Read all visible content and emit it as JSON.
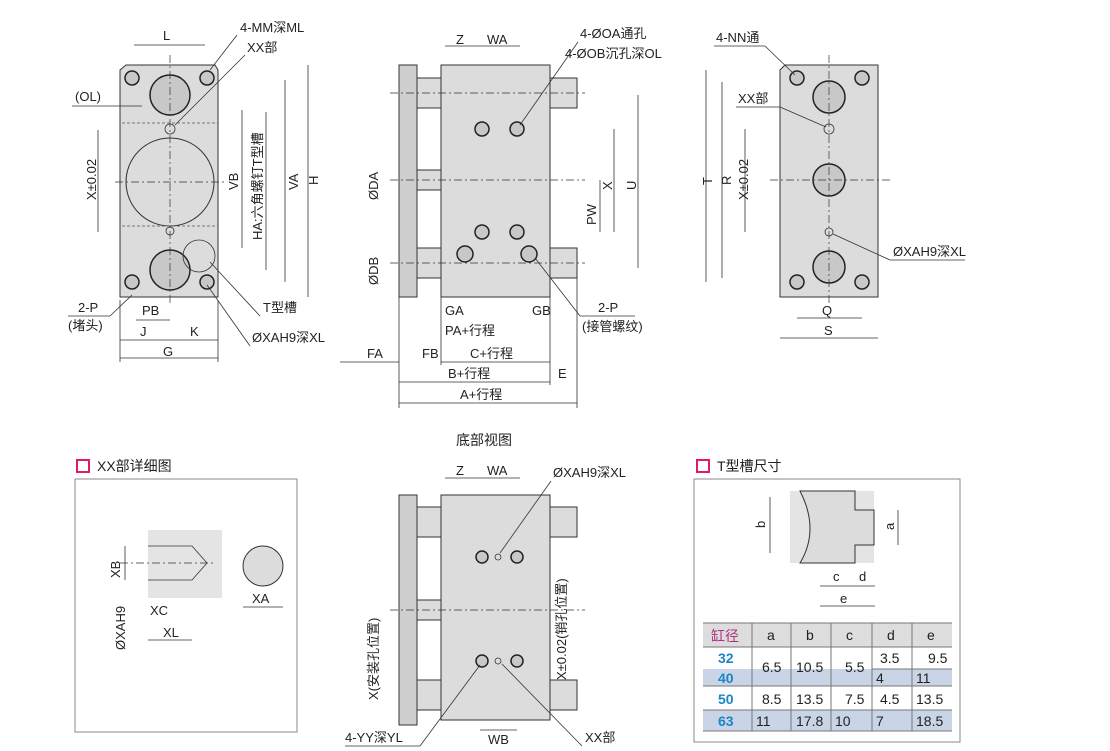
{
  "front": {
    "mm": "4-MM深ML",
    "xx": "XX部",
    "ol": "(OL)",
    "L": "L",
    "x": "X±0.02",
    "vb": "VB",
    "ha": "HA:六角螺钉T型槽",
    "va": "VA",
    "h": "H",
    "p": "2-P",
    "plug": "(堵头)",
    "pb": "PB",
    "j": "J",
    "k": "K",
    "g": "G",
    "tslot": "T型槽",
    "xa": "ØXAH9深XL"
  },
  "side": {
    "z": "Z",
    "wa": "WA",
    "oa": "4-ØOA通孔",
    "ob": "4-ØOB沉孔深OL",
    "da": "ØDA",
    "db": "ØDB",
    "pw": "PW",
    "x": "X",
    "u": "U",
    "ga": "GA",
    "gb": "GB",
    "pa": "PA+行程",
    "p": "2-P",
    "pipe": "(接管螺纹)",
    "fa": "FA",
    "fb": "FB",
    "c": "C+行程",
    "b": "B+行程",
    "e": "E",
    "a": "A+行程"
  },
  "right": {
    "nn": "4-NN通",
    "xx": "XX部",
    "t": "T",
    "r": "R",
    "x": "X±0.02",
    "xa": "ØXAH9深XL",
    "q": "Q",
    "s": "S"
  },
  "detail": {
    "title": "XX部详细图",
    "xb": "XB",
    "xa": "ØXAH9",
    "xc": "XC",
    "xl": "XL",
    "xa2": "XA"
  },
  "bottom": {
    "title": "底部视图",
    "z": "Z",
    "wa": "WA",
    "xa": "ØXAH9深XL",
    "install": "X(安装孔位置)",
    "pin": "X±0.02(销孔位置)",
    "yy": "4-YY深YL",
    "wb": "WB",
    "xx": "XX部"
  },
  "tslot": {
    "title": "T型槽尺寸",
    "a": "a",
    "b": "b",
    "c": "c",
    "d": "d",
    "e": "e"
  },
  "table": {
    "headers": [
      "缸径",
      "a",
      "b",
      "c",
      "d",
      "e"
    ],
    "rows": [
      [
        "32",
        "6.5",
        "10.5",
        "5.5",
        "3.5",
        "9.5"
      ],
      [
        "40",
        "",
        "",
        "",
        "4",
        "11"
      ],
      [
        "50",
        "8.5",
        "13.5",
        "7.5",
        "4.5",
        "13.5"
      ],
      [
        "63",
        "11",
        "17.8",
        "10",
        "7",
        "18.5"
      ]
    ]
  },
  "colors": {
    "accent": "#e0196e",
    "size": "#1a86c8",
    "row_alt": "#c9d4e6"
  }
}
